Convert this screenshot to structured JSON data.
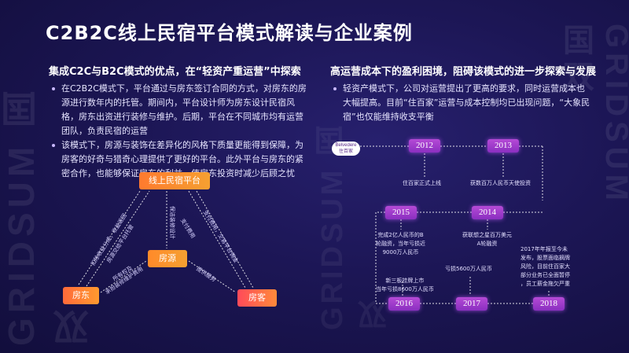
{
  "title": "C2B2C线上民宿平台模式解读与企业案例",
  "watermark": "GRIDSUM 国双",
  "left": {
    "heading": "集成C2C与B2C模式的优点，在“轻资产重运营”中探索",
    "bullets": [
      "在C2B2C模式下，平台通过与房东签订合同的方式，对房东的房源进行数年内的托管。期间内，平台设计师为房东设计民宿风格，房东出资进行装修与维护。后期，平台在不同城市均有运营团队，负责民宿的运营",
      "该模式下，房源与装饰在差异化的风格下质量更能得到保障，为房客的好奇与猎奇心理提供了更好的平台。此外平台与房东的紧密合作，也能够保证房东的利益，使房东投资时减少后顾之忧"
    ],
    "diagram": {
      "platform": "线上民宿平台",
      "house": "房源",
      "owner": "房东",
      "guest": "房客",
      "label_owner_platform": "扣除收益分成，收益返回",
      "label_owner_platform2": "房源交给平台托管",
      "label_platform_house": "保洁装修设计",
      "label_guest_platform": "支付费用，交易平台佣金",
      "label_platform_guest": "支付费用",
      "label_owner_house": "所有权及",
      "label_owner_house2": "承担装修维护费用",
      "label_house_guest": "提供服务"
    }
  },
  "right": {
    "heading": "高运营成本下的盈利困境，阻碍该模式的进一步探索与发展",
    "bullets": [
      "轻资产模式下，公司对运营提出了更高的要求，同时运营成本也大幅提高。目前“住百家”运营与成本控制均已出现问题，“大象民宿”也仅能维持收支平衡"
    ],
    "logo_text": "Belvedere",
    "logo_sub": "住百家",
    "timeline": [
      {
        "year": "2012",
        "text": "住百家正式上线"
      },
      {
        "year": "2013",
        "text": "获数百万人民币天使投资"
      },
      {
        "year": "2014",
        "text": "获联想之星百万美元\nA轮融资"
      },
      {
        "year": "2015",
        "text": "完成2亿人民币的B\n轮融资，当年亏损近\n9000万人民币"
      },
      {
        "year": "2016",
        "text": "新三板挂牌上市\n当年亏损8600万人民币"
      },
      {
        "year": "2017",
        "text": "亏损5600万人民币"
      },
      {
        "year": "2018",
        "text": "2017年年报至今未\n发布，股票面临摘牌\n风险，目前住百家大\n部分业务已全面暂停\n，员工薪金拖欠严重"
      }
    ]
  }
}
